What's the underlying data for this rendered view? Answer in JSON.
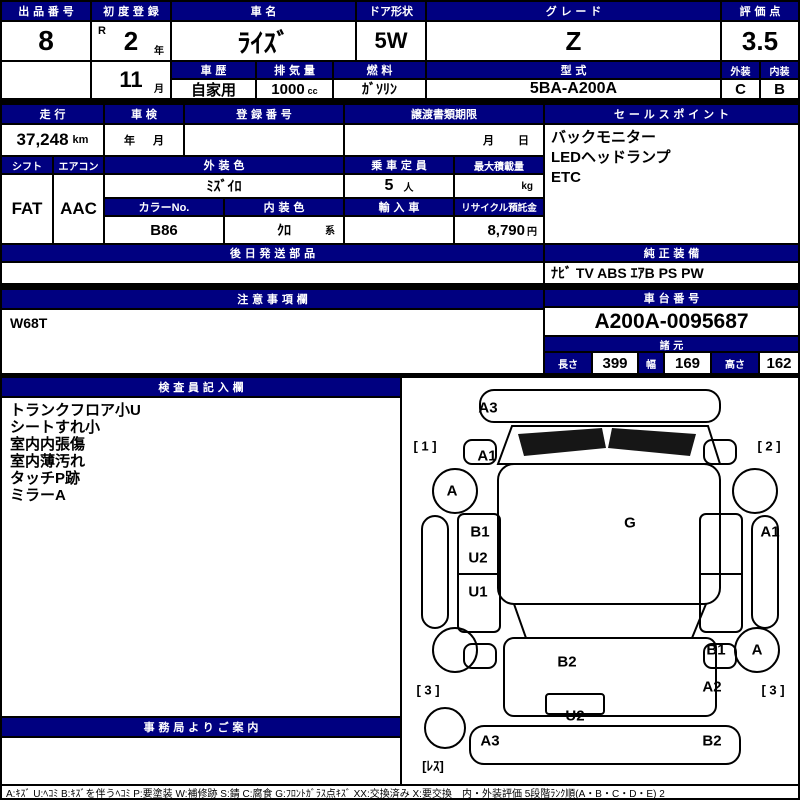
{
  "colors": {
    "header_bg": "#000080",
    "header_text": "#ffffff",
    "border": "#000000"
  },
  "top": {
    "lot": {
      "label": "出品番号",
      "value": "8"
    },
    "first_reg": {
      "label": "初度登録",
      "era": "R",
      "year": "2",
      "year_unit": "年",
      "month": "11",
      "month_unit": "月"
    },
    "car_name": {
      "label": "車名",
      "value": "ﾗｲｽﾞ"
    },
    "doors": {
      "label": "ドア形状",
      "value": "5W"
    },
    "grade": {
      "label": "グレード",
      "value": "Z"
    },
    "score": {
      "label": "評価点",
      "value": "3.5"
    },
    "history": {
      "label": "車歴",
      "value": "自家用"
    },
    "displacement": {
      "label": "排気量",
      "value": "1000",
      "unit": "cc"
    },
    "fuel": {
      "label": "燃料",
      "value": "ｶﾞｿﾘﾝ"
    },
    "model_code": {
      "label": "型式",
      "value": "5BA-A200A"
    },
    "exterior": {
      "label": "外装",
      "value": "C"
    },
    "interior": {
      "label": "内装",
      "value": "B"
    }
  },
  "mileage_row": {
    "mileage": {
      "label": "走行",
      "value": "37,248",
      "unit": "km"
    },
    "inspection": {
      "label": "車検",
      "year_unit": "年",
      "month_unit": "月"
    },
    "reg_number": {
      "label": "登録番号"
    },
    "transfer": {
      "label": "譲渡書類期限",
      "month_unit": "月",
      "day_unit": "日"
    },
    "sales_points": {
      "label": "セールスポイント",
      "items": [
        "バックモニター",
        "LEDヘッドランプ",
        "ETC"
      ]
    }
  },
  "spec_rows": {
    "shift": {
      "label": "シフト",
      "value": "FAT"
    },
    "aircon": {
      "label": "エアコン",
      "value": "AAC"
    },
    "ext_color": {
      "label": "外装色",
      "value": "ﾐｽﾞｲﾛ"
    },
    "capacity": {
      "label": "乗車定員",
      "value": "5",
      "unit": "人"
    },
    "max_load": {
      "label": "最大積載量",
      "unit": "kg"
    },
    "color_no": {
      "label": "カラーNo.",
      "value": "B86"
    },
    "int_color": {
      "label": "内装色",
      "value": "ｸﾛ",
      "suffix": "系"
    },
    "import_car": {
      "label": "輸入車"
    },
    "recycle": {
      "label": "リサイクル預託金",
      "value": "8,790",
      "unit": "円"
    },
    "later_parts": {
      "label": "後日発送部品"
    },
    "equipment": {
      "label": "純正装備",
      "value": "ﾅﾋﾞ TV ABS ｴｱB PS PW"
    }
  },
  "docs": {
    "caution": {
      "label": "注意事項欄",
      "value": "W68T"
    },
    "chassis": {
      "label": "車台番号",
      "value": "A200A-0095687"
    },
    "dimensions": {
      "label": "諸元",
      "length_label": "長さ",
      "length": "399",
      "width_label": "幅",
      "width": "169",
      "height_label": "高さ",
      "height": "162"
    }
  },
  "inspector": {
    "label": "検査員記入欄",
    "notes": [
      "トランクフロア小U",
      "シートすれ小",
      "室内内張傷",
      "室内薄汚れ",
      "タッチP跡",
      "ミラーA"
    ],
    "office_label": "事務局よりご案内"
  },
  "diagram": {
    "markers": [
      "A3",
      "[ 1 ]",
      "A1",
      "[ 2 ]",
      "A",
      "B1",
      "U2",
      "G",
      "A1",
      "U1",
      "B1",
      "A",
      "B2",
      "A2",
      "[ 3 ]",
      "[ 3 ]",
      "U2",
      "A3",
      "B2",
      "[ﾚｽ]"
    ]
  },
  "legend": "A:ｷｽﾞ U:ﾍｺﾐ B:ｷｽﾞを伴うﾍｺﾐ P:要塗装 W:補修跡 S:錆 C:腐食 G:ﾌﾛﾝﾄｶﾞﾗｽ点ｷｽﾞ XX:交換済み X:要交換　内・外装評価 5段階ﾗﾝｸ順(A・B・C・D・E) 2"
}
